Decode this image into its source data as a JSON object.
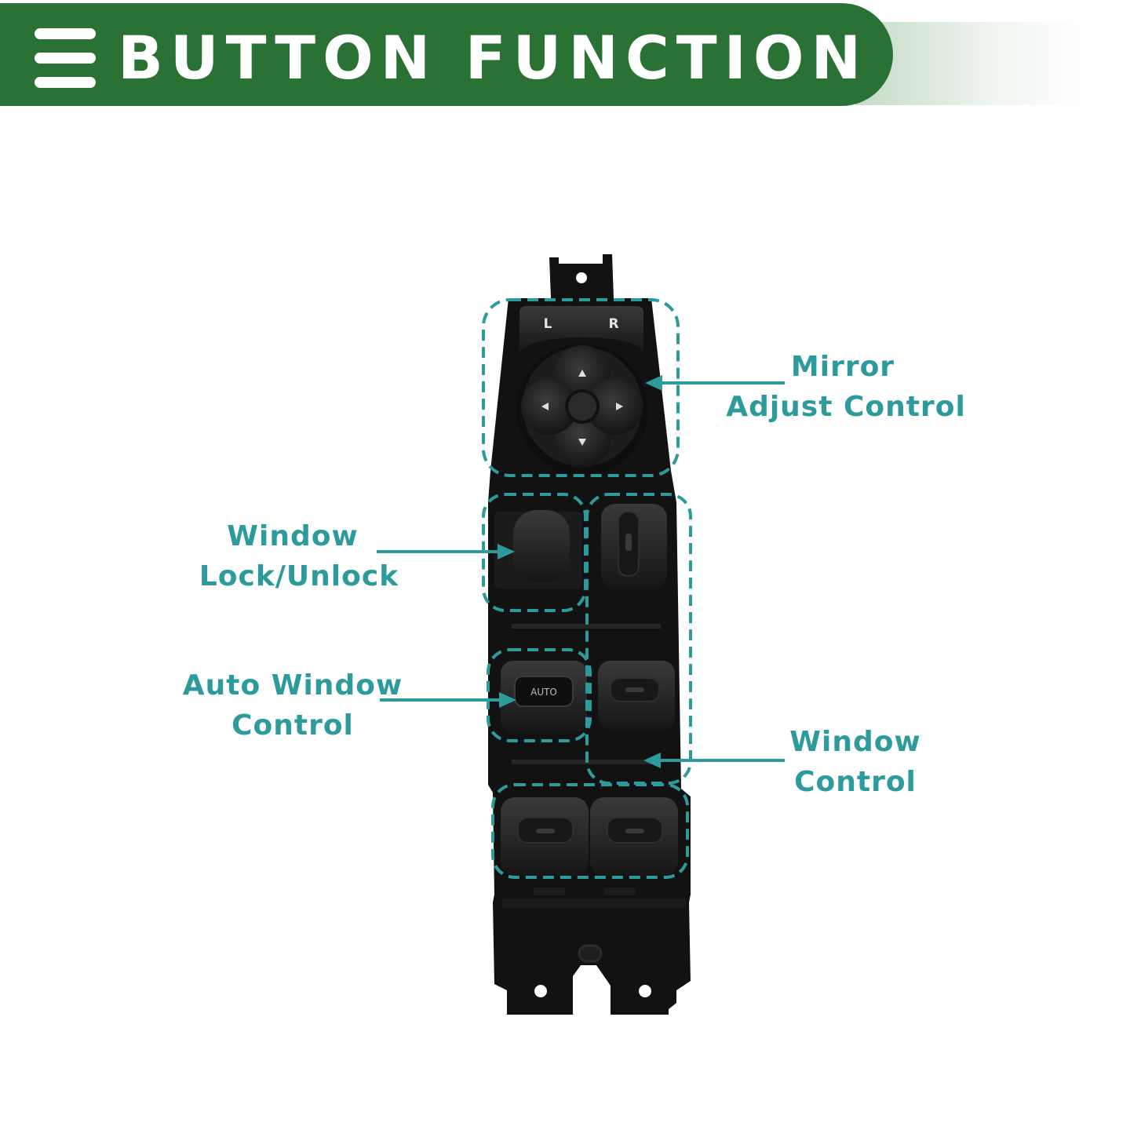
{
  "banner": {
    "title": "BUTTON FUNCTION",
    "menu_icon": "hamburger-menu-icon",
    "background_color": "#2a7134",
    "text_color": "#ffffff"
  },
  "accent_color": "#2d9a9c",
  "callouts": {
    "mirror": {
      "line1": "Mirror",
      "line2": "Adjust Control"
    },
    "lock": {
      "line1": "Window",
      "line2": "Lock/Unlock"
    },
    "auto": {
      "line1": "Auto Window",
      "line2": "Control"
    },
    "window": {
      "line1": "Window",
      "line2": "Control"
    }
  },
  "switch_labels": {
    "mirror_left": "L",
    "mirror_right": "R",
    "auto": "AUTO"
  },
  "icons": {
    "arrows": [
      "arrow-up-icon",
      "arrow-left-icon",
      "arrow-right-icon",
      "arrow-down-icon"
    ]
  }
}
